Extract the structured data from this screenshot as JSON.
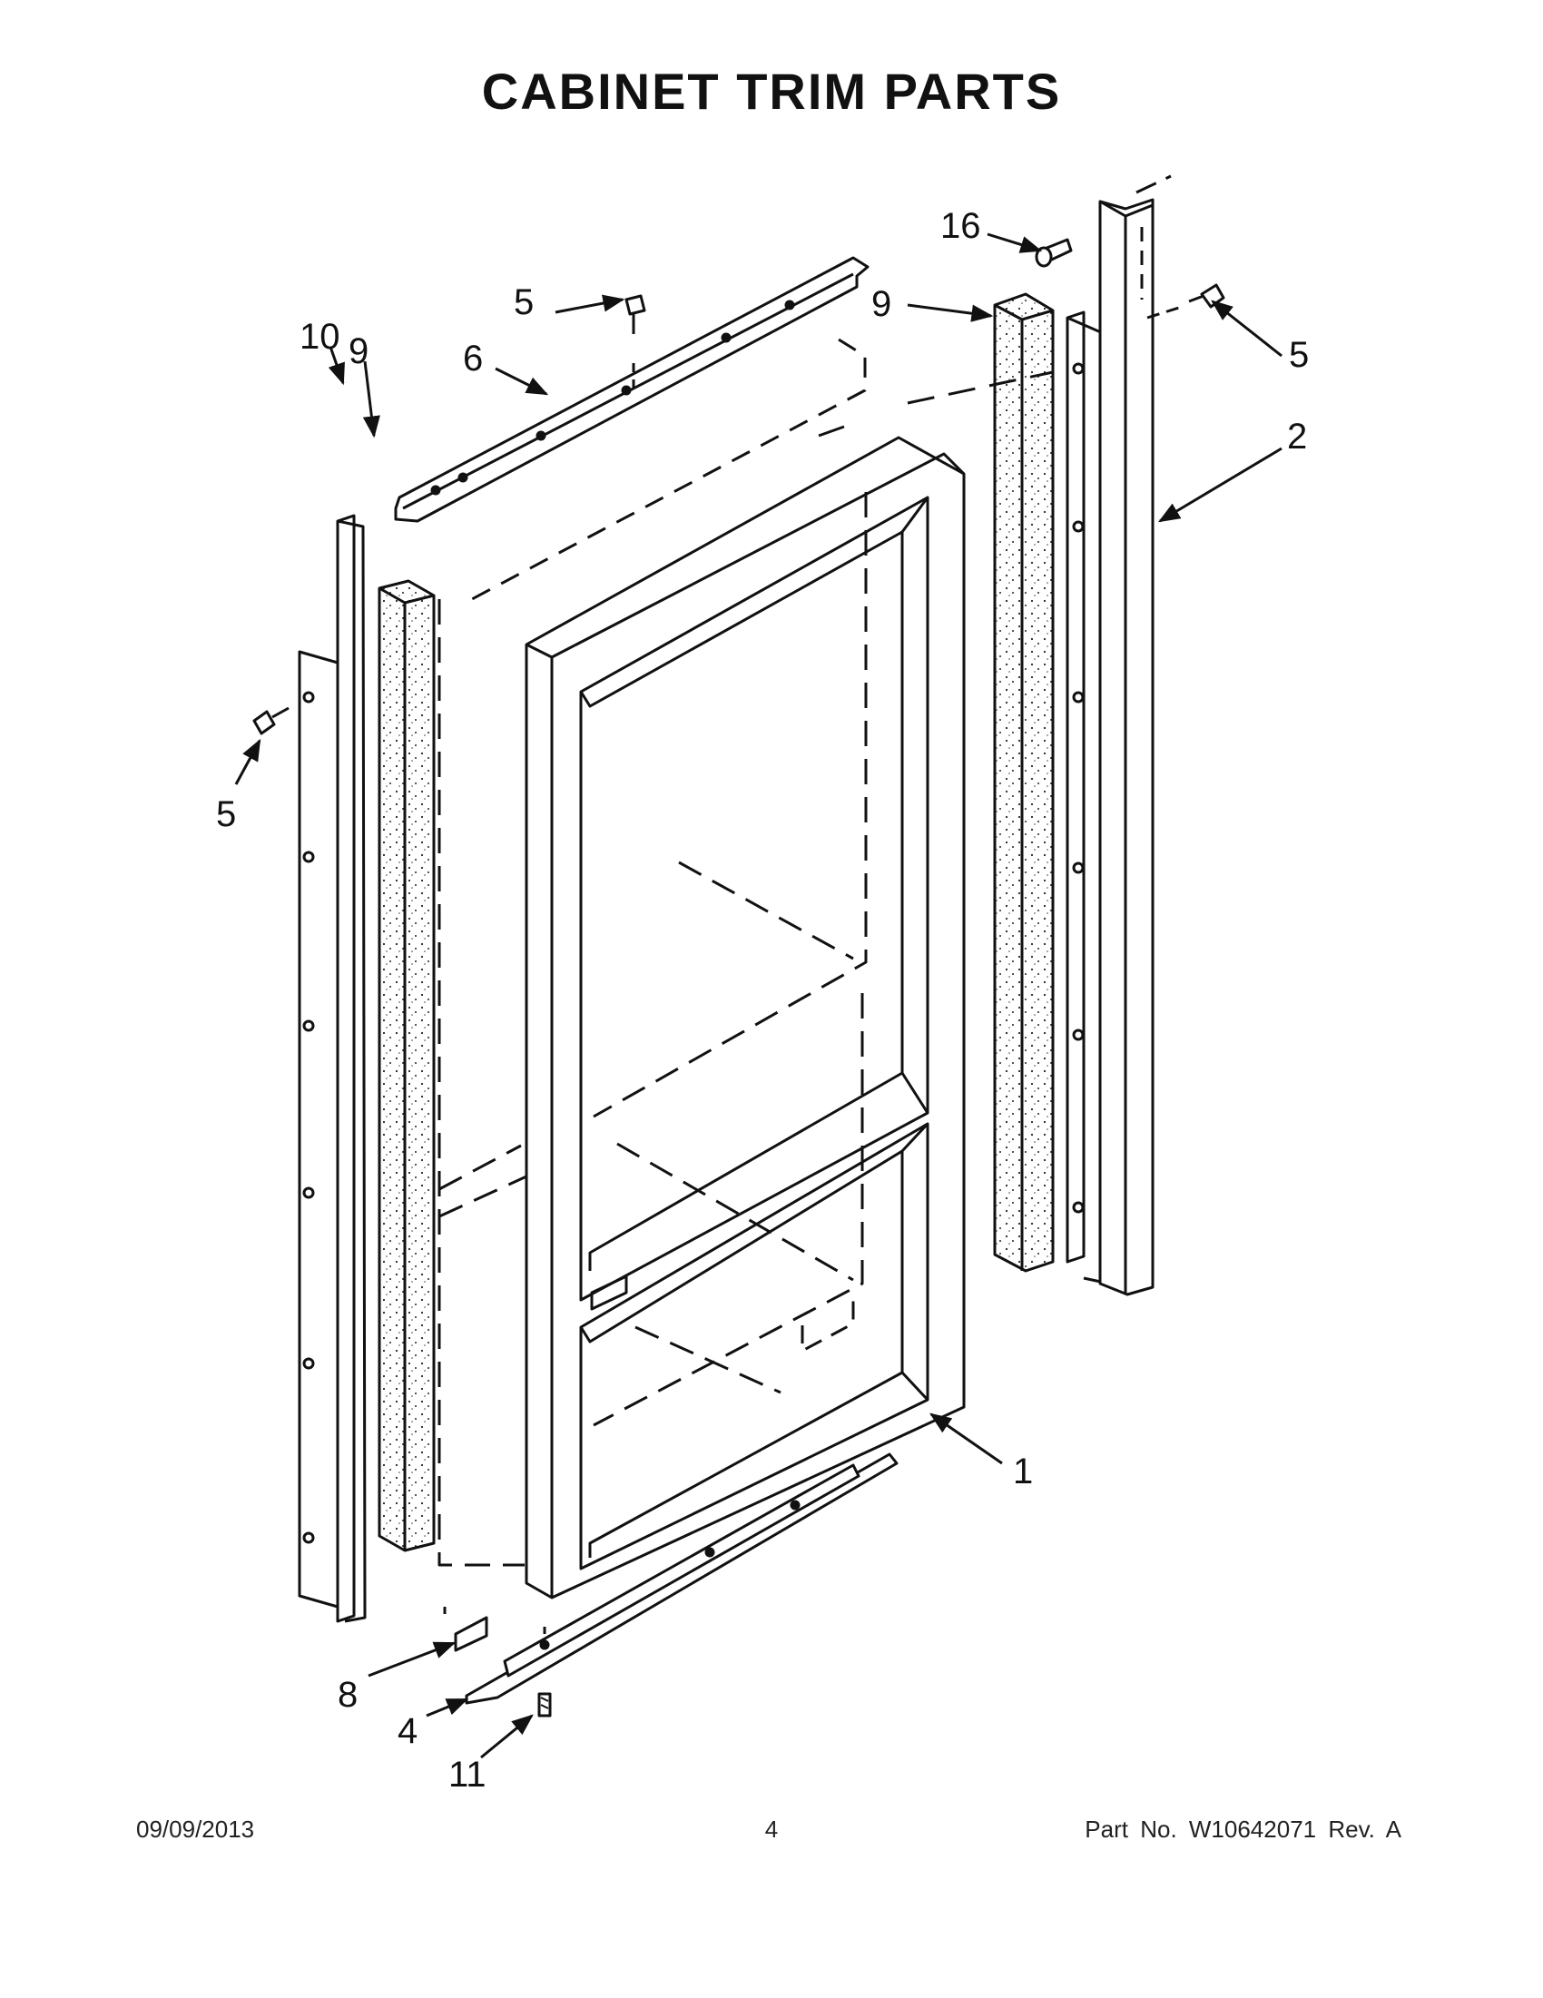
{
  "page": {
    "title": "CABINET TRIM PARTS",
    "footer": {
      "date": "09/09/2013",
      "page_number": "4",
      "part_number": "Part No.  W10642071  Rev.  A"
    }
  },
  "callouts": {
    "c16": "16",
    "c5_top": "5",
    "c9_right": "9",
    "c6": "6",
    "c5_right": "5",
    "c2": "2",
    "c10": "10",
    "c9_left": "9",
    "c5_left": "5",
    "c1": "1",
    "c8": "8",
    "c4": "4",
    "c11": "11"
  },
  "colors": {
    "ink": "#111111",
    "background": "#ffffff"
  }
}
